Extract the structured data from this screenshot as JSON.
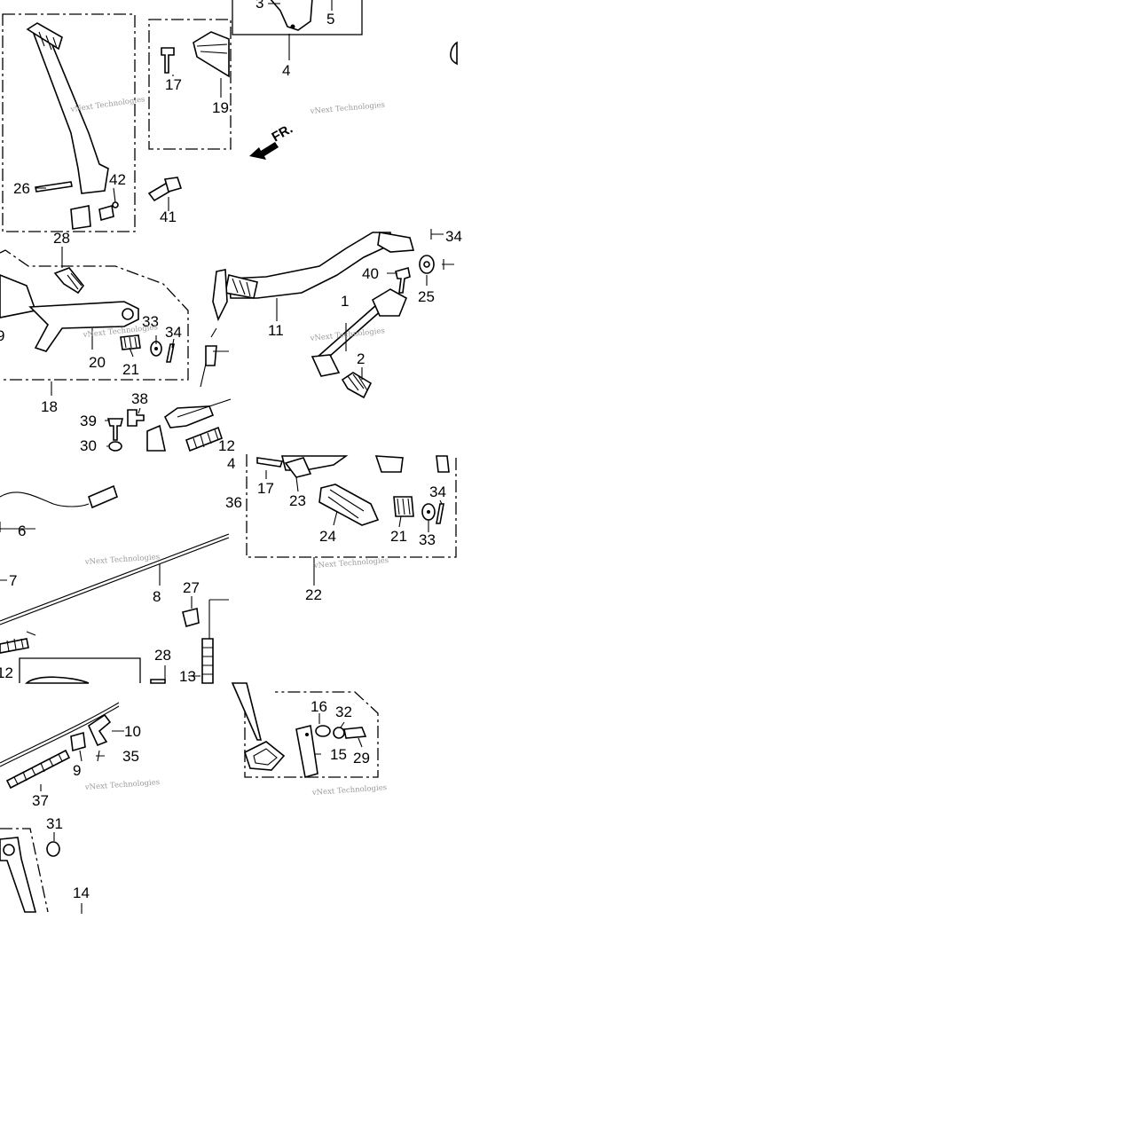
{
  "diagram": {
    "direction_label": "FR.",
    "watermark": "vNext Technologies",
    "callouts": {
      "c1": "1",
      "c2": "2",
      "c3": "3",
      "c4": "4",
      "c4b": "4",
      "c5": "5",
      "c6": "6",
      "c7": "7",
      "c8": "8",
      "c9": "9",
      "c9b": "9",
      "c10": "10",
      "c11": "11",
      "c12": "12",
      "c12b": "12",
      "c13": "13",
      "c14": "14",
      "c15": "15",
      "c16": "16",
      "c17": "17",
      "c17b": "17",
      "c18": "18",
      "c19": "19",
      "c20": "20",
      "c21": "21",
      "c21b": "21",
      "c22": "22",
      "c23": "23",
      "c24": "24",
      "c25": "25",
      "c26": "26",
      "c27": "27",
      "c28": "28",
      "c28b": "28",
      "c29": "29",
      "c30": "30",
      "c31": "31",
      "c32": "32",
      "c33": "33",
      "c33b": "33",
      "c34": "34",
      "c34b": "34",
      "c34c": "34",
      "c35": "35",
      "c36": "36",
      "c37": "37",
      "c38": "38",
      "c39": "39",
      "c40": "40",
      "c41": "41",
      "c42": "42"
    }
  }
}
